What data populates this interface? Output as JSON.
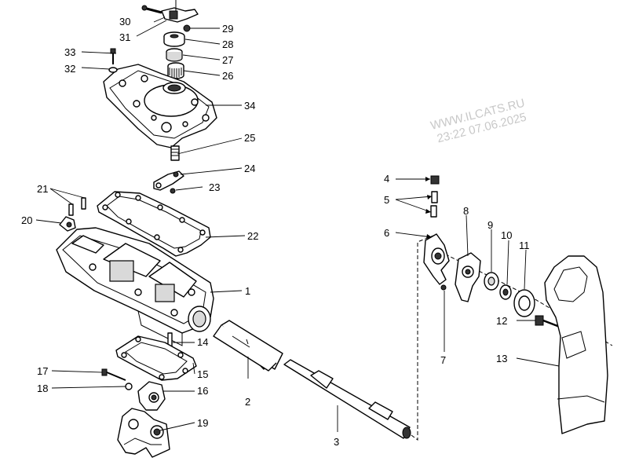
{
  "watermark": {
    "line1": "WWW.ILCATS.RU",
    "line2": "23:22 07.06.2025"
  },
  "callouts": [
    {
      "id": "c1",
      "text": "1"
    },
    {
      "id": "c2",
      "text": "2"
    },
    {
      "id": "c3",
      "text": "3"
    },
    {
      "id": "c4",
      "text": "4"
    },
    {
      "id": "c5",
      "text": "5"
    },
    {
      "id": "c6",
      "text": "6"
    },
    {
      "id": "c7",
      "text": "7"
    },
    {
      "id": "c8",
      "text": "8"
    },
    {
      "id": "c9",
      "text": "9"
    },
    {
      "id": "c10",
      "text": "10"
    },
    {
      "id": "c11",
      "text": "11"
    },
    {
      "id": "c12",
      "text": "12"
    },
    {
      "id": "c13",
      "text": "13"
    },
    {
      "id": "c14",
      "text": "14"
    },
    {
      "id": "c15",
      "text": "15"
    },
    {
      "id": "c16",
      "text": "16"
    },
    {
      "id": "c17",
      "text": "17"
    },
    {
      "id": "c18",
      "text": "18"
    },
    {
      "id": "c19",
      "text": "19"
    },
    {
      "id": "c20",
      "text": "20"
    },
    {
      "id": "c21",
      "text": "21"
    },
    {
      "id": "c22",
      "text": "22"
    },
    {
      "id": "c23",
      "text": "23"
    },
    {
      "id": "c24",
      "text": "24"
    },
    {
      "id": "c25",
      "text": "25"
    },
    {
      "id": "c26",
      "text": "26"
    },
    {
      "id": "c27",
      "text": "27"
    },
    {
      "id": "c28",
      "text": "28"
    },
    {
      "id": "c29",
      "text": "29"
    },
    {
      "id": "c30",
      "text": "30"
    },
    {
      "id": "c31",
      "text": "31"
    },
    {
      "id": "c32",
      "text": "32"
    },
    {
      "id": "c33",
      "text": "33"
    },
    {
      "id": "c34",
      "text": "34"
    }
  ]
}
